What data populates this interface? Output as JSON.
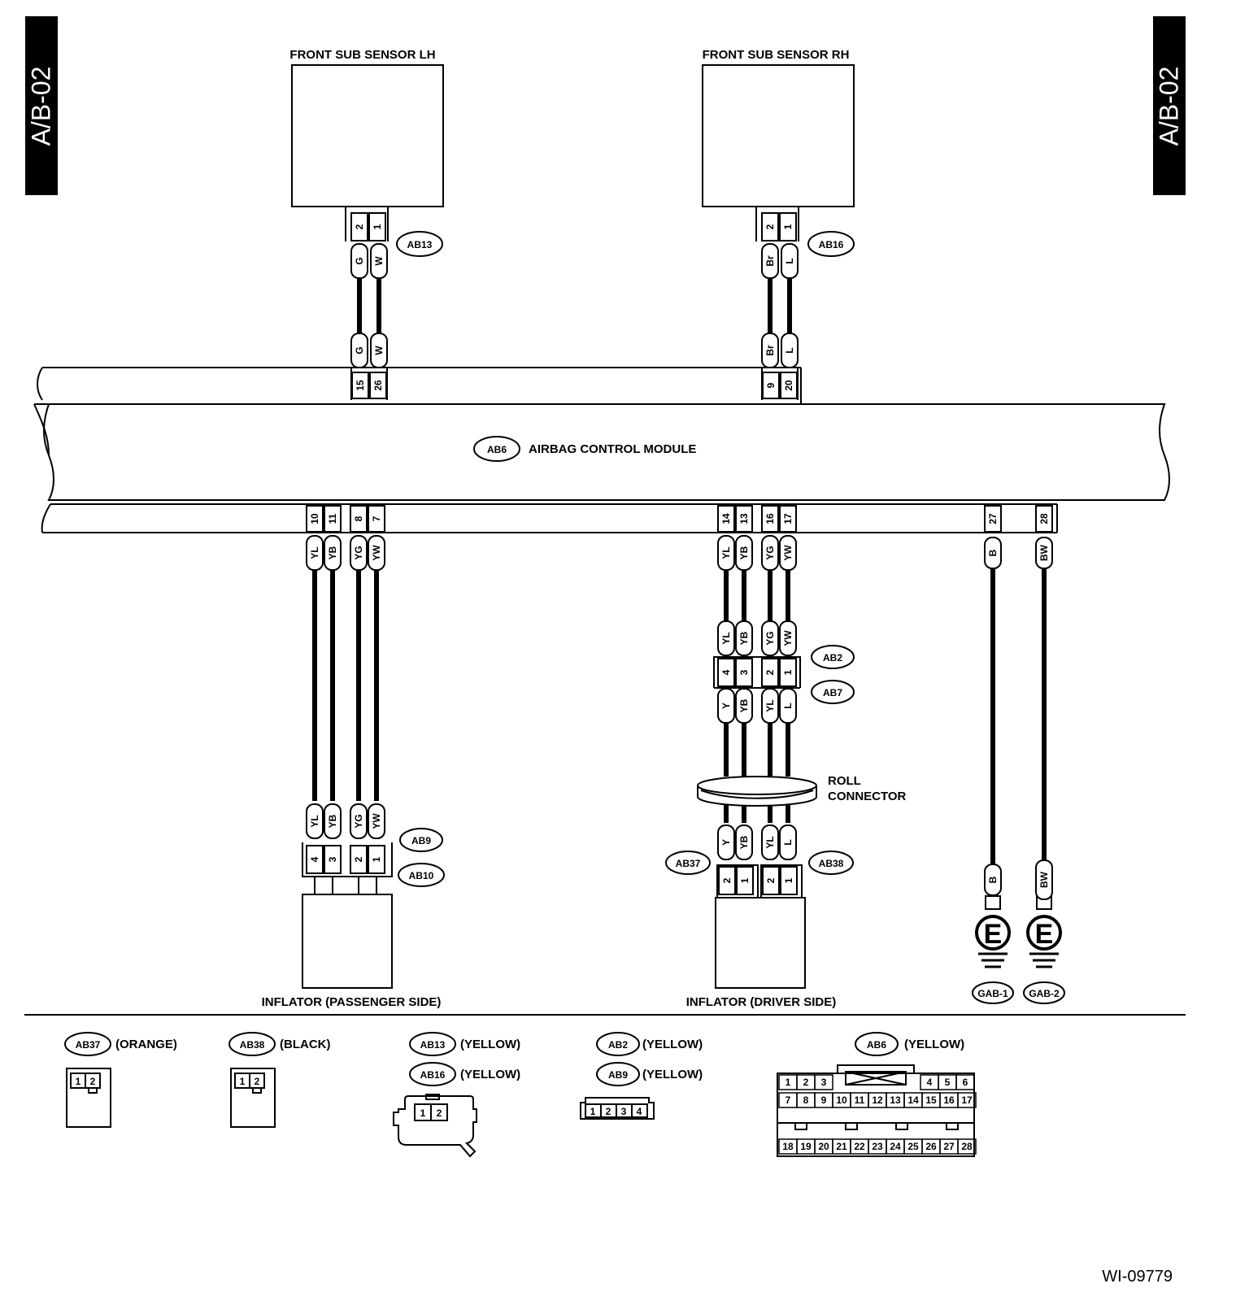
{
  "page_tabs": {
    "left": "A/B-02",
    "right": "A/B-02"
  },
  "doc_id": "WI-09779",
  "module": {
    "code": "AB6",
    "name": "AIRBAG CONTROL MODULE"
  },
  "front_sensors": [
    {
      "name": "FRONT SUB SENSOR LH",
      "connector": "AB13",
      "pins": [
        "2",
        "1"
      ],
      "sensor_wires": [
        "G",
        "W"
      ],
      "module_wires": [
        "G",
        "W"
      ],
      "module_pins": [
        "15",
        "26"
      ]
    },
    {
      "name": "FRONT SUB SENSOR RH",
      "connector": "AB16",
      "pins": [
        "2",
        "1"
      ],
      "sensor_wires": [
        "Br",
        "L"
      ],
      "module_wires": [
        "Br",
        "L"
      ],
      "module_pins": [
        "9",
        "20"
      ]
    }
  ],
  "passenger": {
    "module_pins": [
      "10",
      "11",
      "8",
      "7"
    ],
    "module_wires": [
      "YL",
      "YB",
      "YG",
      "YW"
    ],
    "conn_wires": [
      "YL",
      "YB",
      "YG",
      "YW"
    ],
    "conn_pins": [
      "4",
      "3",
      "2",
      "1"
    ],
    "conn_top": "AB9",
    "conn_bottom": "AB10",
    "name": "INFLATOR (PASSENGER SIDE)"
  },
  "driver": {
    "module_pins": [
      "14",
      "13",
      "16",
      "17"
    ],
    "module_wires": [
      "YL",
      "YB",
      "YG",
      "YW"
    ],
    "mid_upper_wires": [
      "YL",
      "YB",
      "YG",
      "YW"
    ],
    "mid_pins": [
      "4",
      "3",
      "2",
      "1"
    ],
    "mid_top": "AB2",
    "mid_bottom": "AB7",
    "mid_lower_wires": [
      "Y",
      "YB",
      "YL",
      "L"
    ],
    "roll_connector": [
      "ROLL",
      "CONNECTOR"
    ],
    "inf_wires": [
      "Y",
      "YB",
      "YL",
      "L"
    ],
    "inf_pins": [
      "2",
      "1",
      "2",
      "1"
    ],
    "conn_left": "AB37",
    "conn_right": "AB38",
    "name": "INFLATOR (DRIVER SIDE)"
  },
  "grounds": [
    {
      "module_pin": "27",
      "wire": "B",
      "symbol": "E",
      "code": "GAB-1"
    },
    {
      "module_pin": "28",
      "wire": "BW",
      "symbol": "E",
      "code": "GAB-2"
    }
  ],
  "legend": {
    "ab37": {
      "code": "AB37",
      "color": "(ORANGE)",
      "pins": [
        "1",
        "2"
      ]
    },
    "ab38": {
      "code": "AB38",
      "color": "(BLACK)",
      "pins": [
        "1",
        "2"
      ]
    },
    "ab13": {
      "code": "AB13",
      "color": "(YELLOW)"
    },
    "ab16": {
      "code": "AB16",
      "color": "(YELLOW)",
      "pins": [
        "1",
        "2"
      ]
    },
    "ab2": {
      "code": "AB2",
      "color": "(YELLOW)"
    },
    "ab9": {
      "code": "AB9",
      "color": "(YELLOW)",
      "pins": [
        "1",
        "2",
        "3",
        "4"
      ]
    },
    "ab6": {
      "code": "AB6",
      "color": "(YELLOW)",
      "row1": [
        "1",
        "2",
        "3",
        "4",
        "5",
        "6"
      ],
      "row2": [
        "7",
        "8",
        "9",
        "10",
        "11",
        "12",
        "13",
        "14",
        "15",
        "16",
        "17"
      ],
      "row3": [
        "18",
        "19",
        "20",
        "21",
        "22",
        "23",
        "24",
        "25",
        "26",
        "27",
        "28"
      ]
    }
  }
}
